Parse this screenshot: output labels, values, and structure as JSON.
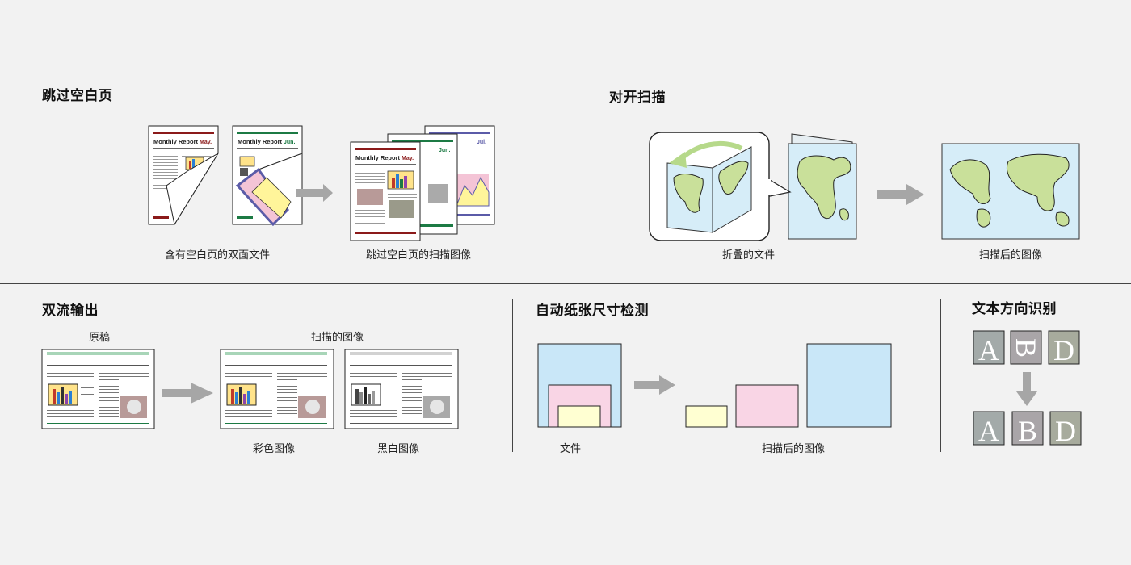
{
  "sections": {
    "skip_blank": {
      "title": "跳过空白页",
      "caption_left": "含有空白页的双面文件",
      "caption_right": "跳过空白页的扫描图像",
      "doc_title": "Monthly Report",
      "months": [
        "May.",
        "Jun.",
        "Jul."
      ]
    },
    "spread": {
      "title": "对开扫描",
      "caption_left": "折叠的文件",
      "caption_right": "扫描后的图像"
    },
    "dual_stream": {
      "title": "双流输出",
      "label_original": "原稿",
      "label_scanned": "扫描的图像",
      "caption_color": "彩色图像",
      "caption_bw": "黑白图像"
    },
    "paper_size": {
      "title": "自动纸张尺寸检测",
      "caption_left": "文件",
      "caption_right": "扫描后的图像"
    },
    "orientation": {
      "title": "文本方向识别",
      "letters": [
        "A",
        "B",
        "D"
      ]
    }
  },
  "colors": {
    "arrow": "#a6a6a6",
    "map_sea": "#d6edf8",
    "map_land": "#c9e09a",
    "size_blue": "#c9e7f8",
    "size_pink": "#f9d5e5",
    "size_yellow": "#ffffd2",
    "tile": "#a3aaa9",
    "red": "#8b1a1a",
    "green": "#1c7a44",
    "purple": "#5b5ba8"
  }
}
